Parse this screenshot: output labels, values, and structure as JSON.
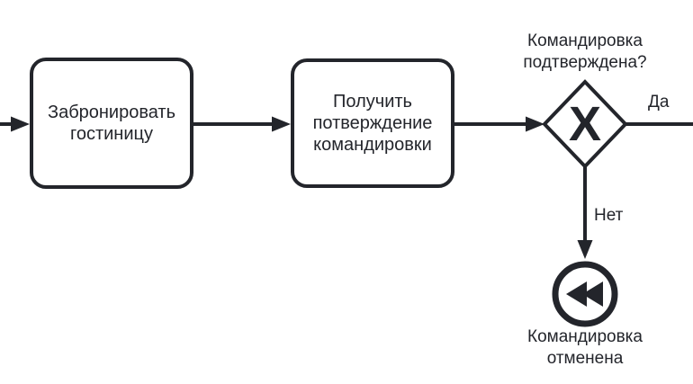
{
  "diagram": {
    "type": "bpmn-process-fragment",
    "background_color": "#ffffff",
    "stroke_color": "#23252B",
    "nodes": {
      "task_book_hotel": {
        "label": "Забронировать гостиницу"
      },
      "task_get_confirmation": {
        "label": "Получить потверждение командировки"
      },
      "gateway": {
        "kind": "exclusive-gateway",
        "marker": "X",
        "question": "Командировка\nподтверждена?"
      },
      "end_event": {
        "kind": "compensation-end-event",
        "icon": "rewind-icon",
        "label": "Командировка\nотменена"
      }
    },
    "edges": {
      "yes_label": "Да",
      "no_label": "Нет"
    }
  }
}
